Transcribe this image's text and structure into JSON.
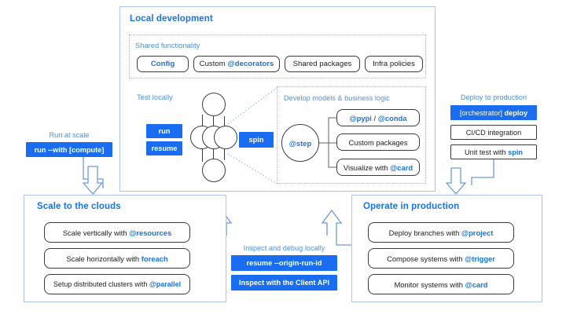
{
  "theme": {
    "accent": "#1a73e8",
    "button_blue": "#1a6df0",
    "panel_border": "#aac4ee",
    "dotted_border": "#9dbcec",
    "box_border": "#3c3c3c"
  },
  "local_development": {
    "title": "Local development",
    "shared_functionality": {
      "title": "Shared functionality",
      "items": [
        {
          "label": "Config",
          "accent": true
        },
        {
          "label": "Custom @decorators",
          "plain": "Custom ",
          "accent_part": "@decorators"
        },
        {
          "label": "Shared packages"
        },
        {
          "label": "Infra policies"
        }
      ]
    },
    "test_locally": {
      "title": "Test locally",
      "buttons": [
        {
          "label": "run"
        },
        {
          "label": "resume"
        }
      ],
      "spin_button": {
        "label": "spin"
      },
      "dag": {
        "nodes": 5,
        "description": "directed acyclic graph of steps"
      }
    },
    "develop_models": {
      "title": "Develop models & business logic",
      "step_node": "@step",
      "items": [
        {
          "label": "@pypi / @conda",
          "a": "@pypi",
          "sep": " / ",
          "b": "@conda"
        },
        {
          "label": "Custom packages"
        },
        {
          "label": "Visualize with @card",
          "plain": "Visualize with ",
          "accent_part": "@card"
        }
      ]
    }
  },
  "run_at_scale": {
    "title": "Run at scale",
    "button": {
      "label": "run --with [compute]"
    }
  },
  "deploy_to_production": {
    "title": "Deploy to production",
    "items": [
      {
        "label": "[orchestrator] deploy",
        "plain": "[orchestrator] ",
        "bold_part": "deploy",
        "filled": true
      },
      {
        "label": "CI/CD integration",
        "filled": false
      },
      {
        "label": "Unit test with spin",
        "plain": "Unit test with ",
        "accent_part": "spin",
        "filled": false
      }
    ]
  },
  "scale_to_clouds": {
    "title": "Scale to the clouds",
    "items": [
      {
        "label": "Scale vertically with @resources",
        "plain": "Scale vertically with ",
        "accent_part": "@resources"
      },
      {
        "label": "Scale horizontally with foreach",
        "plain": "Scale horizontally with ",
        "accent_part": "foreach"
      },
      {
        "label": "Setup distributed clusters with @parallel",
        "plain": "Setup distributed clusters with ",
        "accent_part": "@parallel"
      }
    ]
  },
  "inspect_debug": {
    "title": "Inspect and debug locally",
    "items": [
      {
        "label": "resume --origin-run-id"
      },
      {
        "label": "Inspect with the Client API"
      }
    ]
  },
  "operate_in_production": {
    "title": "Operate in production",
    "items": [
      {
        "label": "Deploy branches with @project",
        "plain": "Deploy branches with ",
        "accent_part": "@project"
      },
      {
        "label": "Compose systems with @trigger",
        "plain": "Compose systems with ",
        "accent_part": "@trigger"
      },
      {
        "label": "Monitor systems with @card",
        "plain": "Monitor systems with ",
        "accent_part": "@card"
      }
    ]
  },
  "arrows": [
    {
      "name": "arrow-local-to-scale",
      "direction": "down"
    },
    {
      "name": "arrow-local-to-operate",
      "direction": "down"
    },
    {
      "name": "arrow-inspect-to-local-left",
      "direction": "up"
    },
    {
      "name": "arrow-inspect-to-local-right",
      "direction": "up"
    }
  ]
}
